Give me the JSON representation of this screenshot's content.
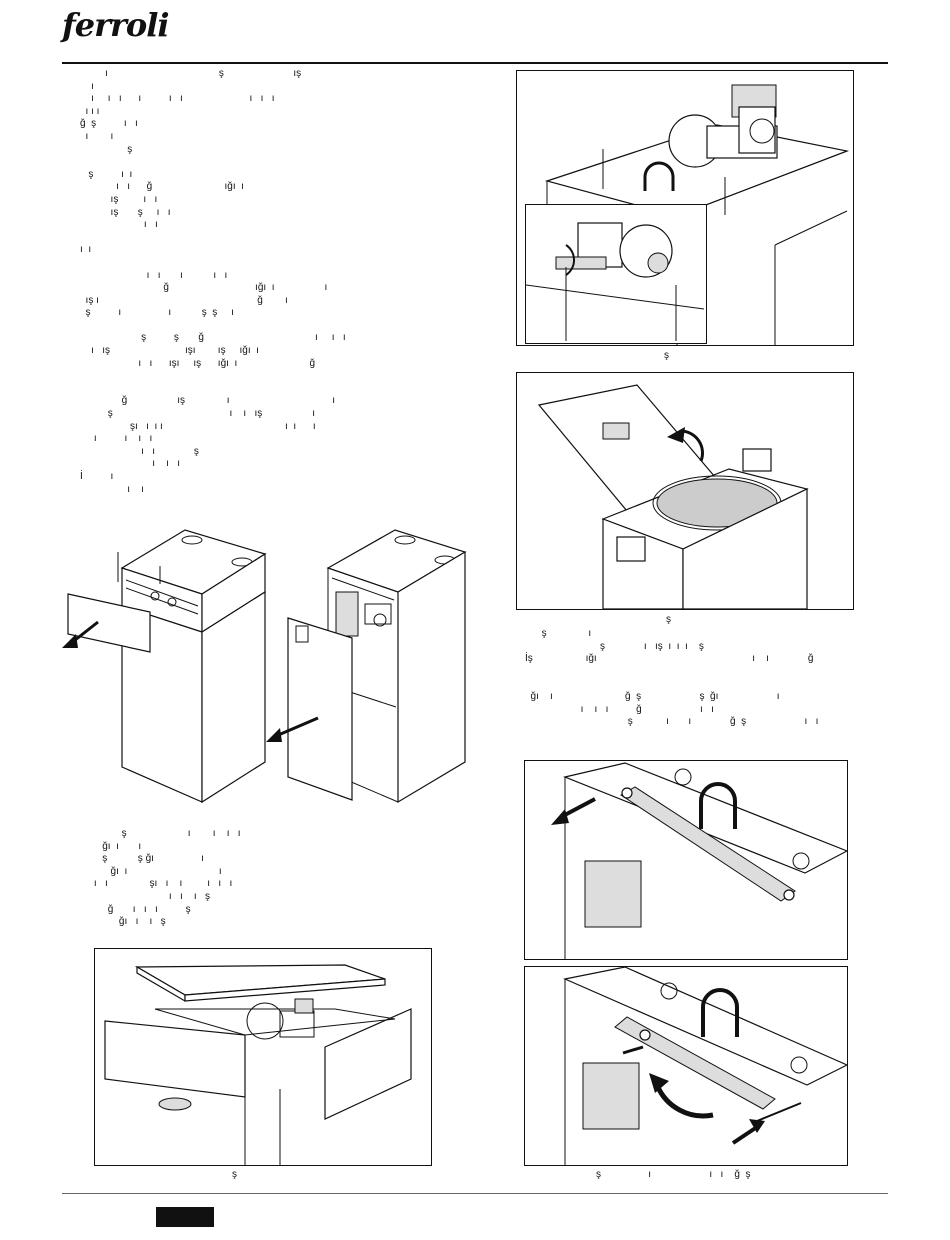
{
  "header": {
    "brand": "ferroli"
  },
  "left_text": [
    "         ı                                        ş                         ış",
    "    ı",
    "    ı     ı   ı      ı          ı   ı                        ı   ı   ı",
    "  ı ı ı",
    "ğ  ş          ı   ı",
    "  ı        ı",
    "                 ş",
    "",
    "   ş          ı  ı",
    "             ı   ı      ğ                          ığı  ı",
    "           ış         ı   ı",
    "           ış       ş     ı   ı",
    "                       ı   ı",
    "",
    "ı  ı",
    "",
    "                        ı   ı       ı           ı   ı",
    "                              ğ                               ığı  ı                  ı",
    "  ış ı                                                         ğ        ı",
    "  ş          ı                 ı           ş  ş     ı",
    "",
    "                      ş          ş       ğ                                        ı     ı   ı",
    "    ı   ış                           ışı        ış     ığı  ı",
    "                     ı   ı      ışı     ış      ığı  ı                          ğ",
    "",
    "",
    "               ğ                  ış               ı                                     ı",
    "          ş                                          ı    ı   ış                  ı",
    "                  şı   ı  ı ı                                            ı  ı      ı",
    "     ı          ı    ı   ı",
    "                      ı   ı              ş",
    "                          ı    ı   ı",
    "İ          ı",
    "                 ı    ı"
  ],
  "left_text2": [
    "               ş                      ı        ı    ı   ı",
    "        ğı  ı       ı",
    "        ş           ş ğı                 ı",
    "           ğı  ı                                 ı",
    "     ı   ı               şı   ı    ı         ı   ı   ı",
    "                                ı   ı    ı   ş",
    "          ğ       ı   ı   ı          ş",
    "              ğı   ı    ı   ş"
  ],
  "right_text": [
    "      ş               ı",
    "                           ş              ı   ış  ı  ı  ı    ş",
    "İş                   ığı                                                        ı    ı              ğ",
    "",
    "",
    "  ğı    ı                          ğ  ş                     ş  ğı                     ı",
    "                    ı    ı   ı          ğ                     ı   ı",
    "                                     ş            ı       ı              ğ  ş                     ı   ı"
  ],
  "captions": {
    "fig_top_right": "ş",
    "fig_mid_right": "ş",
    "fig_bottom_left": "ş",
    "fig_bottom_right": "ş                 ı                     ı   ı    ğ  ş"
  }
}
